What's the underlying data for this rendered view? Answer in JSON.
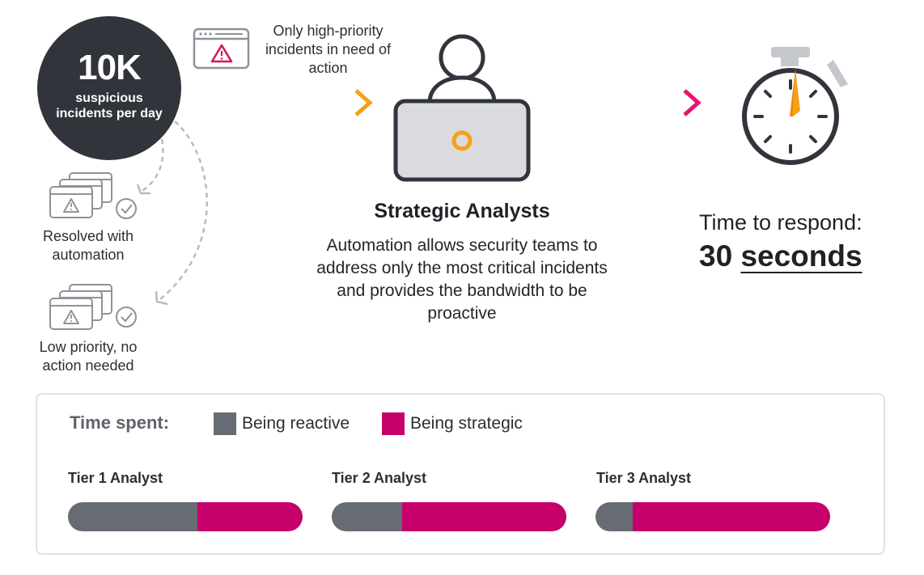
{
  "colors": {
    "dark": "#31353b",
    "reactive": "#676b73",
    "strategic": "#c6006a",
    "orange": "#f5a11a",
    "icon_gray": "#8e939a"
  },
  "incidents": {
    "count": "10K",
    "text": "suspicious incidents per day"
  },
  "high_priority_caption": "Only high-priority incidents in need of action",
  "resolved_label": "Resolved with automation",
  "low_priority_label": "Low priority, no action needed",
  "analysts": {
    "title": "Strategic Analysts",
    "description": "Automation allows security teams to address only the most critical incidents and provides the bandwidth to be proactive"
  },
  "time_to_respond": {
    "label": "Time to respond:",
    "value_number": "30",
    "value_unit": "seconds"
  },
  "time_spent": {
    "label": "Time spent:",
    "legend": [
      {
        "label": "Being reactive",
        "color": "#676b73"
      },
      {
        "label": "Being strategic",
        "color": "#c6006a"
      }
    ],
    "tiers": [
      {
        "label": "Tier 1 Analyst",
        "reactive": 0.55,
        "strategic": 0.45
      },
      {
        "label": "Tier 2 Analyst",
        "reactive": 0.3,
        "strategic": 0.7
      },
      {
        "label": "Tier 3 Analyst",
        "reactive": 0.16,
        "strategic": 0.84
      }
    ]
  }
}
